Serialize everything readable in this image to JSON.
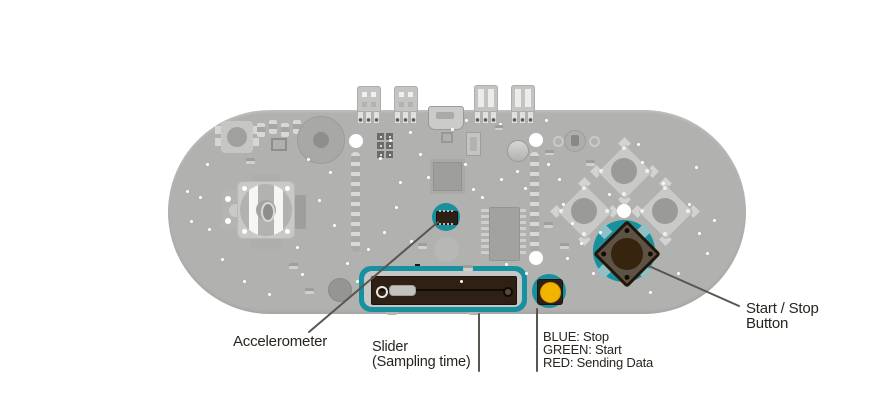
{
  "board": {
    "colors": {
      "board": "#b1b1af",
      "comp_light": "#c9c9c7",
      "comp_mid": "#a4a4a2",
      "comp_dark": "#8e8e8c",
      "teal": "#17909f",
      "dark_brown": "#2e2014",
      "led_yellow": "#f3b400",
      "btn_face": "#5c5246",
      "btn_ring": "#241607",
      "btn_center": "#36240e",
      "line": "#5a554f",
      "text": "#29241f"
    }
  },
  "labels": {
    "accelerometer": "Accelerometer",
    "slider_line1": "Slider",
    "slider_line2": "(Sampling time)",
    "led_line1": "BLUE: Stop",
    "led_line2": "GREEN: Start",
    "led_line3": "RED: Sending Data",
    "start_stop_line1": "Start / Stop",
    "start_stop_line2": "Button"
  }
}
